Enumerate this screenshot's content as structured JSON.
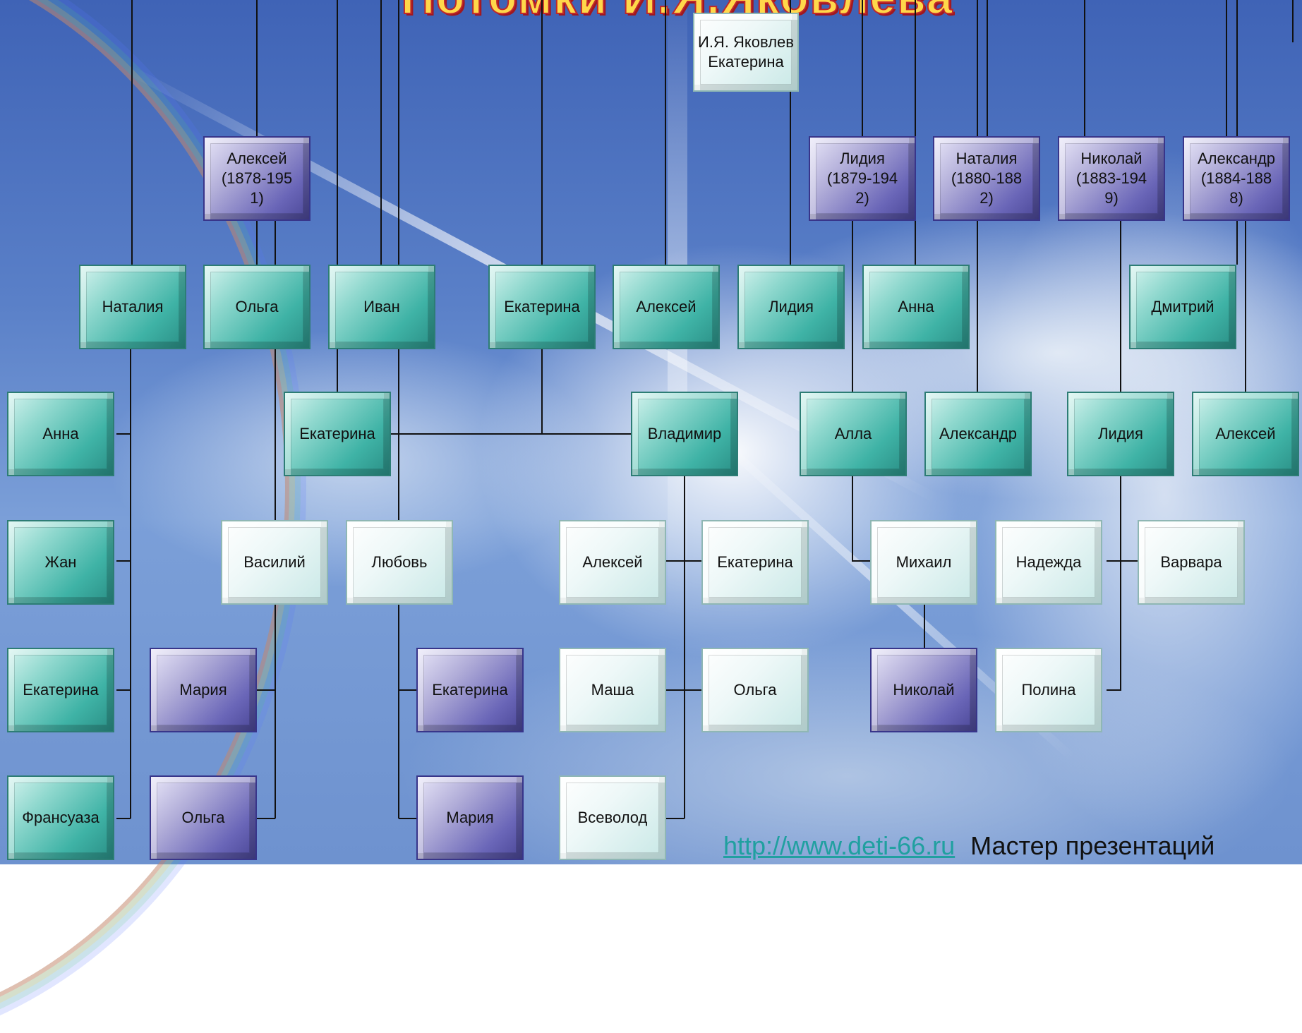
{
  "title": "Потомки И.Я.Яковлева",
  "root": "И.Я. Яковлев Екатерина",
  "children": [
    {
      "name": "Алексей",
      "years": "(1878-195 1)"
    },
    {
      "name": "Лидия",
      "years": "(1879-194 2)"
    },
    {
      "name": "Наталия",
      "years": "(1880-188 2)"
    },
    {
      "name": "Николай",
      "years": "(1883-194 9)"
    },
    {
      "name": "Александр",
      "years": "(1884-188 8)"
    }
  ],
  "grandchildren": [
    "Наталия",
    "Ольга",
    "Иван",
    "Екатерина",
    "Алексей",
    "Лидия",
    "Анна",
    "Дмитрий"
  ],
  "level4": [
    "Анна",
    "Екатерина",
    "Владимир",
    "Алла",
    "Александр",
    "Лидия",
    "Алексей"
  ],
  "level5": [
    "Жан",
    "Василий",
    "Любовь",
    "Алексей",
    "Екатерина",
    "Михаил",
    "Надежда",
    "Варвара"
  ],
  "level6": [
    "Екатерина",
    "Мария",
    "Екатерина",
    "Маша",
    "Ольга",
    "Николай",
    "Полина"
  ],
  "level7": [
    "Франсуаза",
    "Ольга",
    "Мария",
    "Всеволод"
  ],
  "footer": {
    "link": "http://www.deti-66.ru",
    "text": "Мастер презентаций"
  }
}
